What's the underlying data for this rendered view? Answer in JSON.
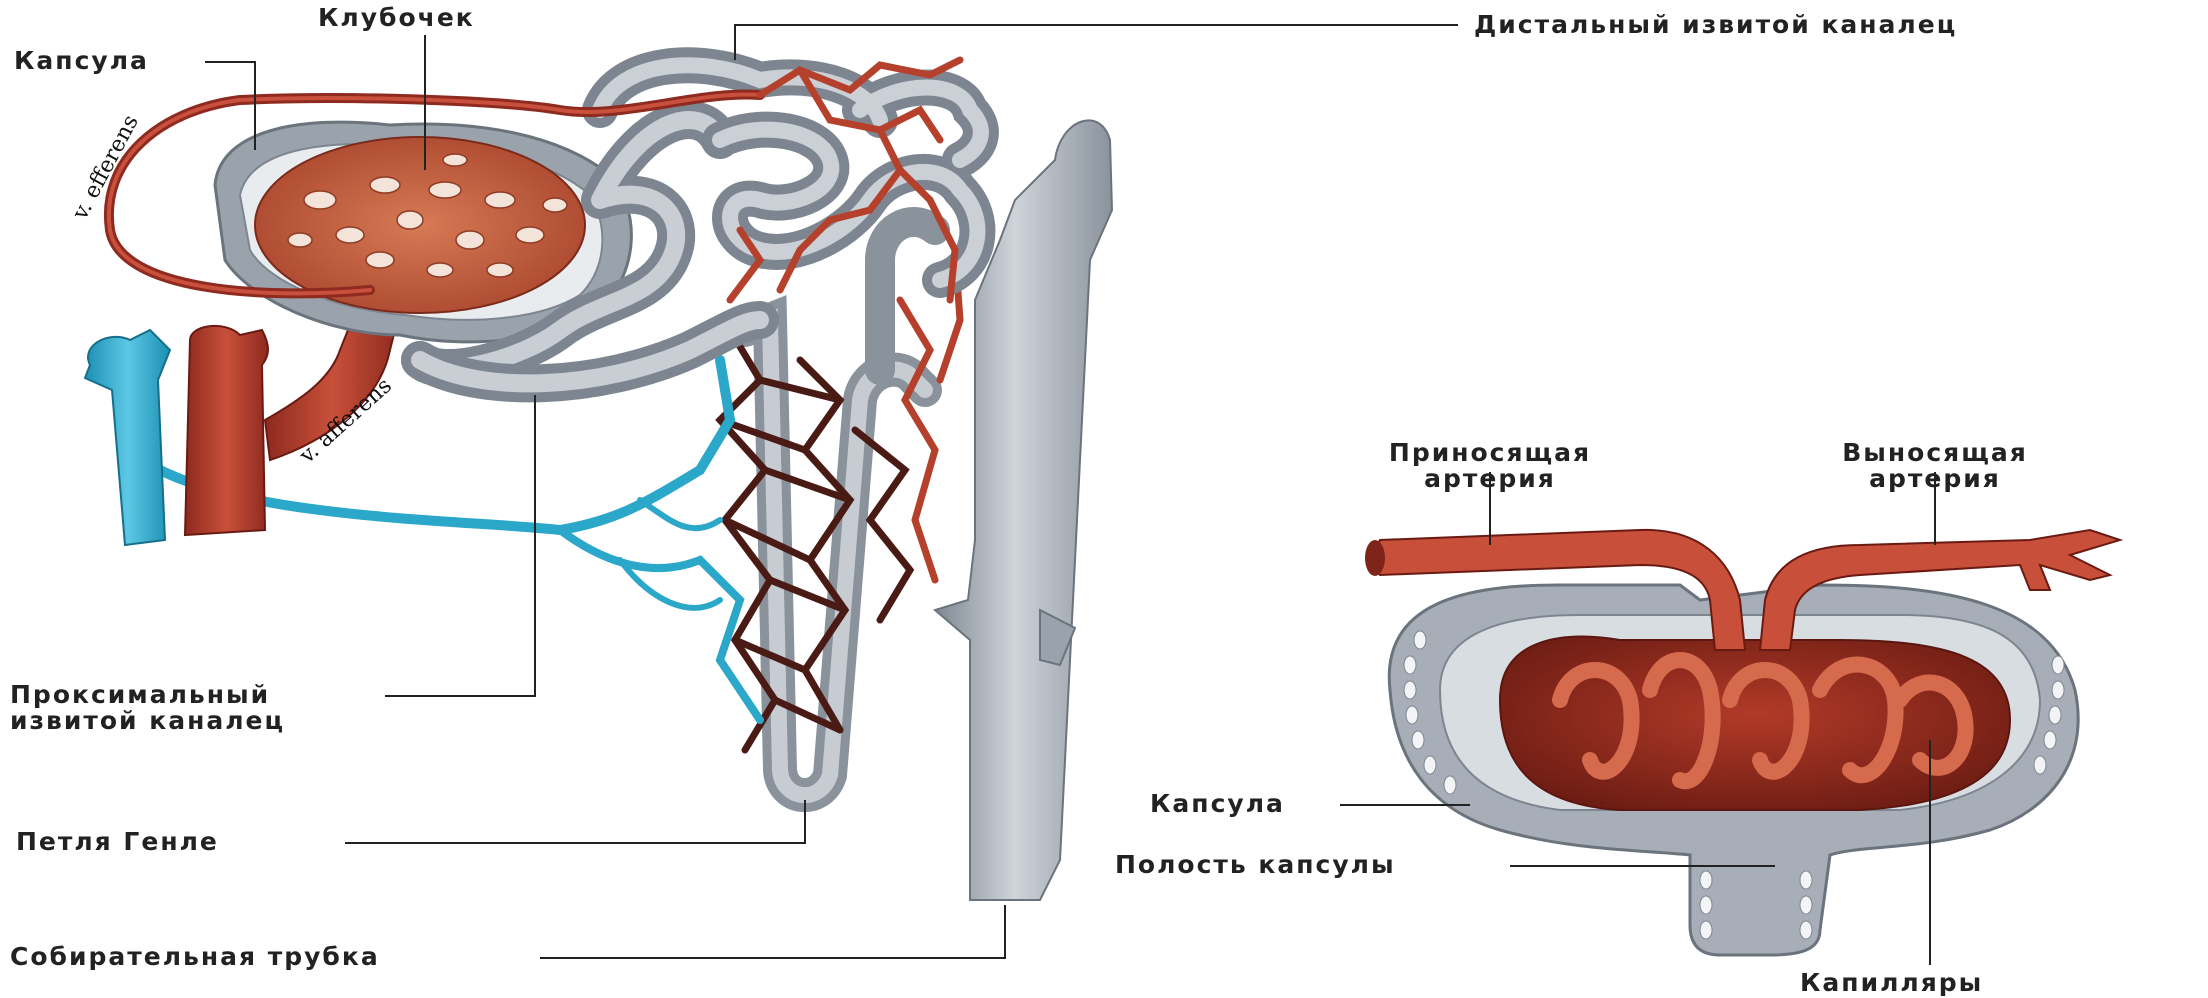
{
  "labels": {
    "capsule_top": "Капсула",
    "glomerulus": "Клубочек",
    "distal_tubule": "Дистальный  извитой  каналец",
    "proximal_tubule_line1": "Проксимальный",
    "proximal_tubule_line2": "извитой каналец",
    "loop_henle": "Петля  Генле",
    "collecting_tube": "Собирательная трубка",
    "afferent_artery_line1": "Приносящая",
    "afferent_artery_line2": "артерия",
    "efferent_artery_line1": "Выносящая",
    "efferent_artery_line2": "артерия",
    "capsule_bottom": "Капсула",
    "capsule_cavity": "Полость капсулы",
    "capillaries": "Капилляры",
    "v_efferens": "v. efferens",
    "v_afferens": "v. afferens"
  },
  "colors": {
    "tubule": "#aab1bb",
    "tubule_dark": "#7d8690",
    "artery": "#b23a2a",
    "artery_light": "#d9634a",
    "vein": "#2aa7c9",
    "capillary_dark": "#4a1a14",
    "leader": "#222222"
  }
}
